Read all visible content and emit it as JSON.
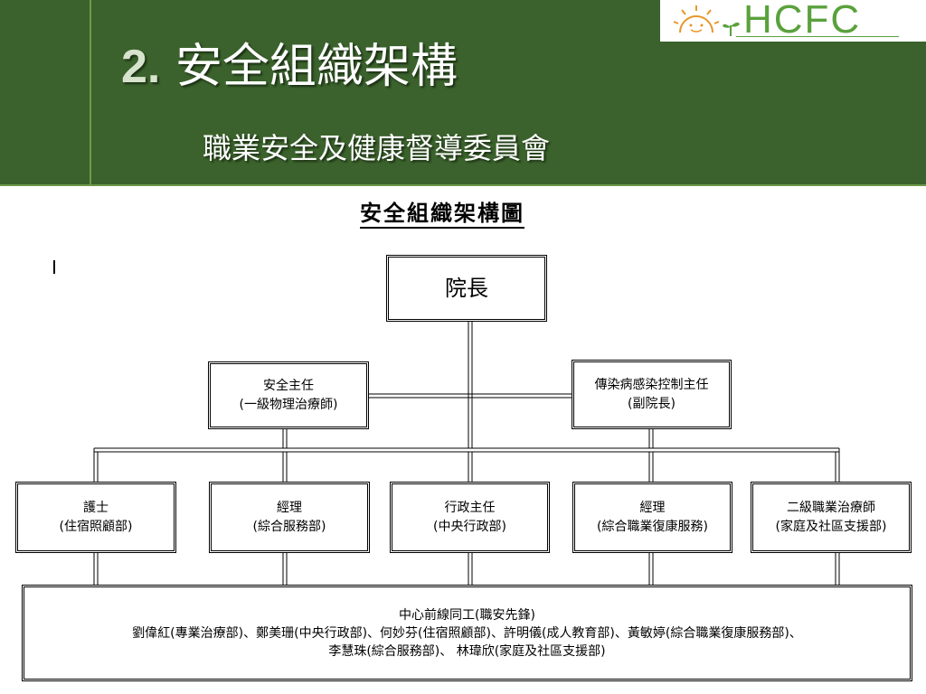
{
  "slide": {
    "number": "2.",
    "title": "安全組織架構",
    "subtitle": "職業安全及健康督導委員會"
  },
  "logo": {
    "text": "HCFC",
    "colors": {
      "sun": "#e8962b",
      "text": "#5aa13c"
    }
  },
  "colors": {
    "header_bg": "#3b622c",
    "accent_line": "#6f9a4a"
  },
  "diagram": {
    "title": "安全組織架構圖",
    "stray_mark": "I",
    "director": {
      "title": "院長"
    },
    "safety_officer": {
      "title": "安全主任",
      "detail": "(一級物理治療師)"
    },
    "infection_control": {
      "title": "傳染病感染控制主任",
      "detail": "(副院長)"
    },
    "departments": [
      {
        "title": "護士",
        "detail": "(住宿照顧部)"
      },
      {
        "title": "經理",
        "detail": "(綜合服務部)"
      },
      {
        "title": "行政主任",
        "detail": "(中央行政部)"
      },
      {
        "title": "經理",
        "detail": "(綜合職業復康服務)"
      },
      {
        "title": "二級職業治療師",
        "detail": "(家庭及社區支援部)"
      }
    ],
    "staff": {
      "title": "中心前線同工(職安先鋒)",
      "line1": "劉偉紅(專業治療部)、鄭美珊(中央行政部)、何妙芬(住宿照顧部)、許明儀(成人教育部)、黃敏婷(綜合職業復康服務部)、",
      "line2": "李慧珠(綜合服務部)、 林瑋欣(家庭及社區支援部)"
    }
  }
}
